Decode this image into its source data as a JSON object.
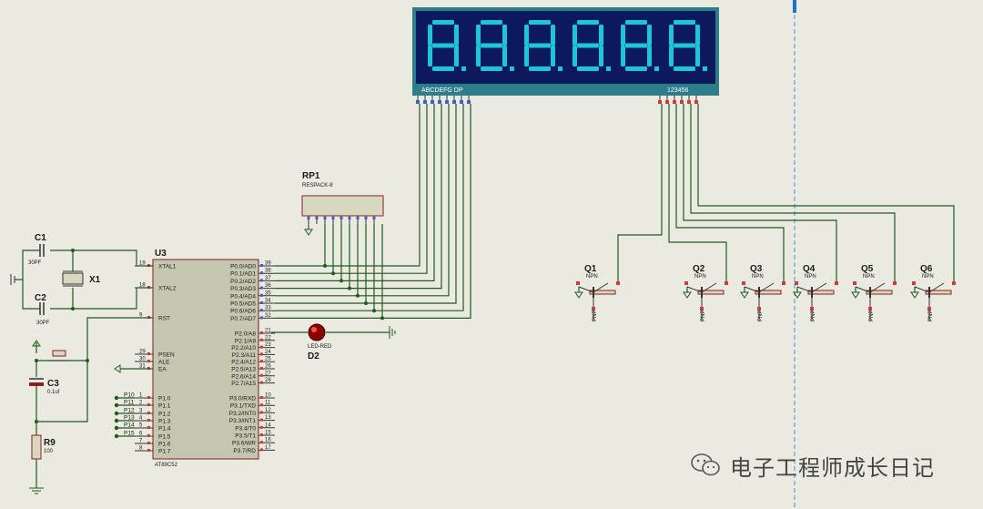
{
  "display": {
    "digits": [
      "8",
      "8",
      "8",
      "8",
      "8",
      "8"
    ],
    "segment_pins_label": "ABCDEFG DP",
    "digit_pins_label": "123456",
    "colors": {
      "body": "#0a1a5c",
      "segment": "#1cc6d8",
      "frame": "#2e7d8a"
    }
  },
  "mcu": {
    "ref": "U3",
    "part": "AT89C52",
    "left_pins": [
      {
        "num": "19",
        "name": "XTAL1"
      },
      {
        "num": "18",
        "name": "XTAL2"
      },
      {
        "num": "9",
        "name": "RST"
      },
      {
        "num": "29",
        "name": "PSEN"
      },
      {
        "num": "30",
        "name": "ALE"
      },
      {
        "num": "31",
        "name": "EA"
      },
      {
        "num": "1",
        "name": "P1.0"
      },
      {
        "num": "2",
        "name": "P1.1"
      },
      {
        "num": "3",
        "name": "P1.2"
      },
      {
        "num": "4",
        "name": "P1.3"
      },
      {
        "num": "5",
        "name": "P1.4"
      },
      {
        "num": "6",
        "name": "P1.5"
      },
      {
        "num": "7",
        "name": "P1.6"
      },
      {
        "num": "8",
        "name": "P1.7"
      }
    ],
    "right_pins": [
      {
        "num": "39",
        "name": "P0.0/AD0"
      },
      {
        "num": "38",
        "name": "P0.1/AD1"
      },
      {
        "num": "37",
        "name": "P0.2/AD2"
      },
      {
        "num": "36",
        "name": "P0.3/AD3"
      },
      {
        "num": "35",
        "name": "P0.4/AD4"
      },
      {
        "num": "34",
        "name": "P0.5/AD5"
      },
      {
        "num": "33",
        "name": "P0.6/AD6"
      },
      {
        "num": "32",
        "name": "P0.7/AD7"
      },
      {
        "num": "21",
        "name": "P2.0/A8"
      },
      {
        "num": "22",
        "name": "P2.1/A9"
      },
      {
        "num": "23",
        "name": "P2.2/A10"
      },
      {
        "num": "24",
        "name": "P2.3/A11"
      },
      {
        "num": "25",
        "name": "P2.4/A12"
      },
      {
        "num": "26",
        "name": "P2.5/A13"
      },
      {
        "num": "27",
        "name": "P2.6/A14"
      },
      {
        "num": "28",
        "name": "P2.7/A15"
      },
      {
        "num": "10",
        "name": "P3.0/RXD"
      },
      {
        "num": "11",
        "name": "P3.1/TXD"
      },
      {
        "num": "12",
        "name": "P3.2/INT0"
      },
      {
        "num": "13",
        "name": "P3.3/INT1"
      },
      {
        "num": "14",
        "name": "P3.4/T0"
      },
      {
        "num": "15",
        "name": "P3.5/T1"
      },
      {
        "num": "16",
        "name": "P3.6/WR"
      },
      {
        "num": "17",
        "name": "P3.7/RD"
      }
    ],
    "p1_net_labels": [
      "P10",
      "P11",
      "P12",
      "P13",
      "P14",
      "P15"
    ]
  },
  "components": {
    "rp1": {
      "ref": "RP1",
      "value": "RESPACK-8"
    },
    "c1": {
      "ref": "C1",
      "value": "30PF"
    },
    "c2": {
      "ref": "C2",
      "value": "30PF"
    },
    "c3": {
      "ref": "C3",
      "value": "0.1uf"
    },
    "x1": {
      "ref": "X1"
    },
    "r9": {
      "ref": "R9",
      "value": "100"
    },
    "d2": {
      "ref": "D2",
      "value": "LED-RED"
    }
  },
  "transistors": [
    {
      "ref": "Q1",
      "value": "NPN"
    },
    {
      "ref": "Q2",
      "value": "NPN"
    },
    {
      "ref": "Q3",
      "value": "NPN"
    },
    {
      "ref": "Q4",
      "value": "NPN"
    },
    {
      "ref": "Q5",
      "value": "NPN"
    },
    {
      "ref": "Q6",
      "value": "NPN"
    }
  ],
  "watermark": {
    "text": "电子工程师成长日记",
    "icon": "wechat-icon"
  }
}
